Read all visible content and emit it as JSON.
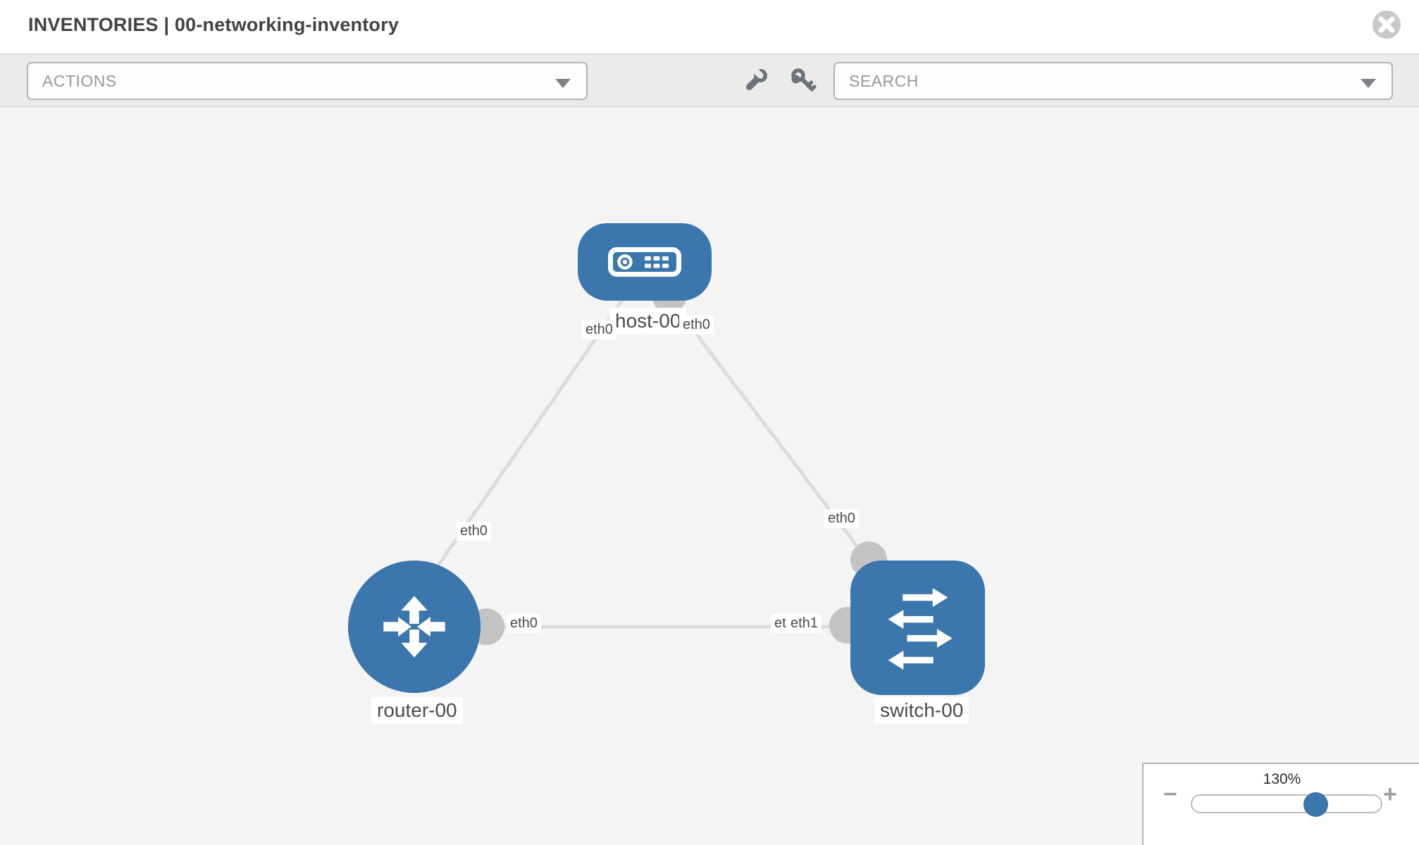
{
  "header": {
    "title": "INVENTORIES | 00-networking-inventory"
  },
  "toolbar": {
    "actions_label": "ACTIONS",
    "search_label": "SEARCH",
    "icons": [
      "wrench-icon",
      "key-icon"
    ]
  },
  "topology": {
    "nodes": [
      {
        "label": "host-00",
        "type": "host",
        "shape": "rounded-rect"
      },
      {
        "label": "router-00",
        "type": "router",
        "shape": "circle"
      },
      {
        "label": "switch-00",
        "type": "switch",
        "shape": "rounded-square"
      }
    ],
    "links": [
      {
        "from": "router-00",
        "to": "host-00",
        "from_label": "eth0",
        "to_label": "eth0"
      },
      {
        "from": "host-00",
        "to": "switch-00",
        "from_label": "eth0",
        "to_label": "eth0"
      },
      {
        "from": "router-00",
        "to": "switch-00",
        "from_label": "eth0",
        "to_label": "eth1",
        "overlapped_label": "eth0"
      }
    ],
    "port_labels": {
      "host_left": "eth0",
      "host_right": "eth0",
      "router_host_mid": "eth0",
      "host_switch_mid": "eth0",
      "router_switch_router_end": "eth0",
      "router_switch_switch_end_under": "eth0",
      "router_switch_switch_end_top": "eth1"
    }
  },
  "zoom_control": {
    "value": "130%",
    "minus_label": "−",
    "plus_label": "+"
  },
  "colors": {
    "node_blue": "#3b76ad",
    "link_gray": "#dcdcdc",
    "port_gray": "#c3c3c3",
    "canvas_bg": "#f4f4f4",
    "toolbar_bg": "#ebebeb",
    "placeholder_gray": "#97999c",
    "icon_gray": "#6d737b"
  }
}
